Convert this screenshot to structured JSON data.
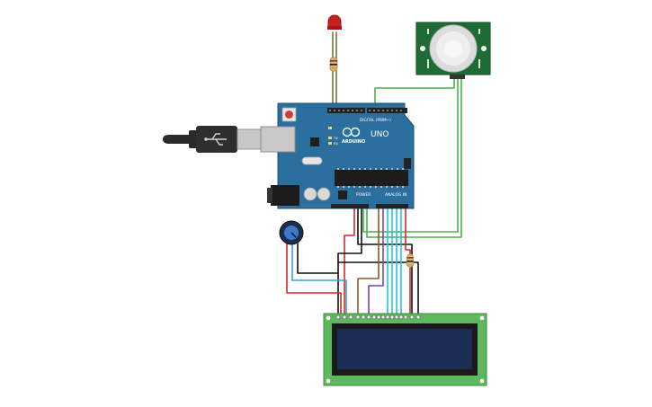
{
  "board": {
    "brand": "ARDUINO",
    "model": "UNO",
    "digital_header_label": "DIGITAL (PWM~)",
    "power_label": "POWER",
    "analog_label": "ANALOG IN",
    "tx_label": "TX",
    "rx_label": "RX"
  },
  "pir_sensor": {
    "left_pin_label": "",
    "right_pin_label": ""
  },
  "colors": {
    "board_blue": "#2a6f9e",
    "board_dark": "#1e5a85",
    "lcd_green": "#5eb95e",
    "lcd_screen": "#1c2d55",
    "pir_green": "#1f6b35",
    "wire_red": "#d22b2b",
    "wire_black": "#111111",
    "wire_green": "#44b649",
    "wire_blue": "#3aa0d8",
    "wire_cyan": "#26c3d6",
    "wire_purple": "#7d3fb0",
    "wire_brown": "#8a5a2b",
    "led_red": "#c8201e"
  },
  "icons": [
    "usb-plug-icon",
    "power-jack-icon",
    "reset-button-icon",
    "arduino-logo-icon",
    "potentiometer-knob-icon",
    "led-icon"
  ]
}
